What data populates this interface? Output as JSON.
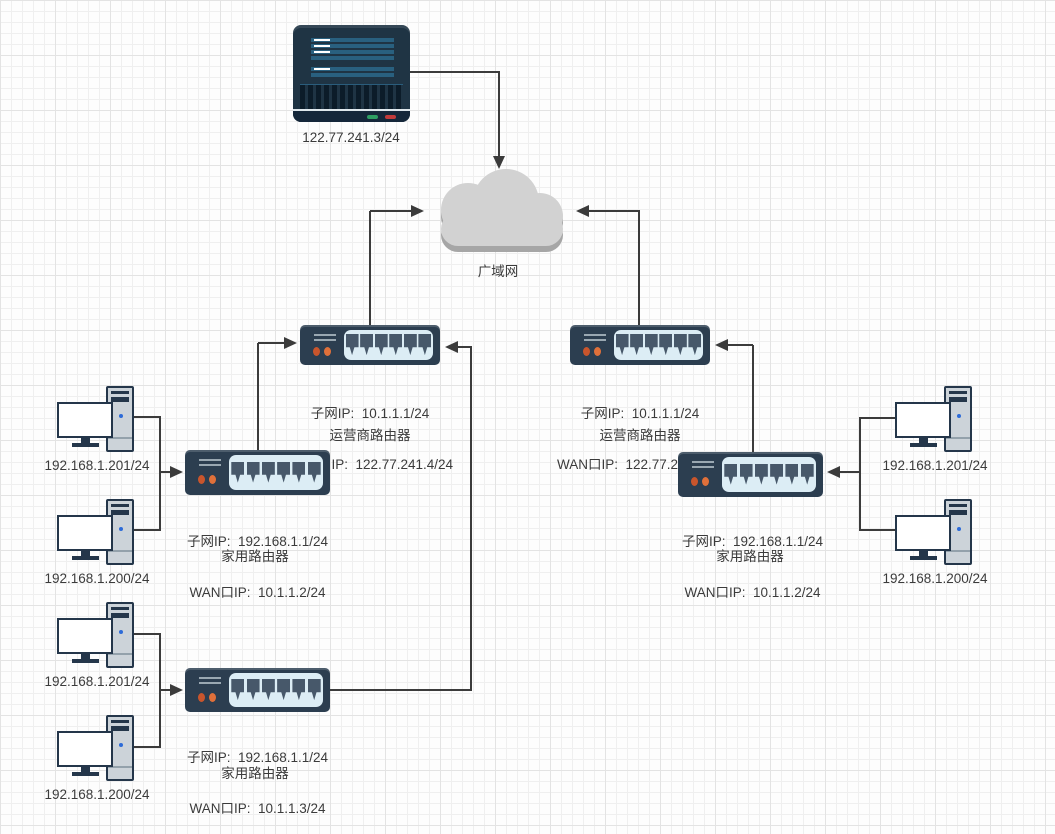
{
  "diagram": {
    "cloud": {
      "label": "广域网"
    },
    "server": {
      "label": "122.77.241.3/24"
    },
    "routers": [
      {
        "subnet_line": "子网IP:  10.1.1.1/24",
        "wan_line": "WAN口IP:  122.77.241.4/24",
        "name": "运营商路由器"
      },
      {
        "subnet_line": "子网IP:  10.1.1.1/24",
        "wan_line": "WAN口IP:  122.77.241.5/24",
        "name": "运营商路由器"
      },
      {
        "subnet_line": "子网IP:  192.168.1.1/24",
        "wan_line": "WAN口IP:  10.1.1.2/24",
        "name": "家用路由器"
      },
      {
        "subnet_line": "子网IP:  192.168.1.1/24",
        "wan_line": "WAN口IP:  10.1.1.2/24",
        "name": "家用路由器"
      },
      {
        "subnet_line": "子网IP:  192.168.1.1/24",
        "wan_line": "WAN口IP:  10.1.1.3/24",
        "name": "家用路由器"
      }
    ],
    "computers": [
      {
        "label": "192.168.1.201/24"
      },
      {
        "label": "192.168.1.200/24"
      },
      {
        "label": "192.168.1.201/24"
      },
      {
        "label": "192.168.1.200/24"
      },
      {
        "label": "192.168.1.201/24"
      },
      {
        "label": "192.168.1.200/24"
      }
    ],
    "colors": {
      "connector": "#3b3b3b",
      "router_body": "#2c3e50",
      "router_panel": "#dcedf5",
      "router_port": "#47586a",
      "router_led_orange": "#d6622f",
      "server_body": "#1f3444",
      "server_bar": "#29607f",
      "led_green": "#2e9e63",
      "led_red": "#c23b3b",
      "cloud_fill": "#d2d2d2",
      "cloud_shadow": "#a6a6a6",
      "pc_tower": "#ccd3d9",
      "pc_outline": "#24364a",
      "pc_dot_blue": "#2d6bd8",
      "text": "#3b3b3b"
    }
  }
}
